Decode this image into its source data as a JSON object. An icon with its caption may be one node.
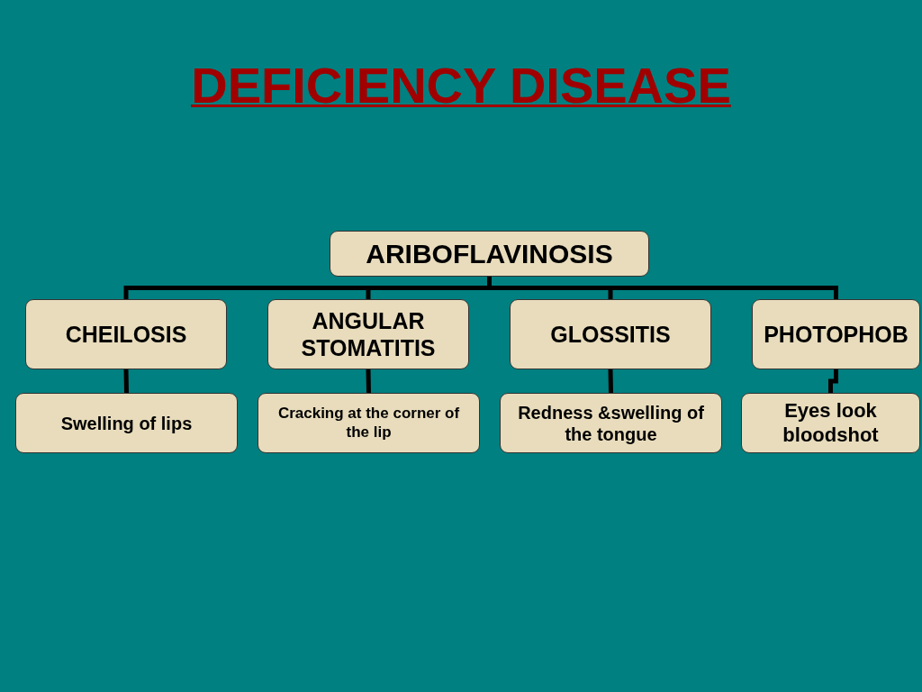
{
  "diagram": {
    "title": "DEFICIENCY DISEASE",
    "nodes": [
      {
        "text": [
          "ARIBOFLAVINOSIS"
        ]
      },
      {
        "text": [
          "CHEILOSIS"
        ]
      },
      {
        "text": [
          "ANGULAR STOMATITIS"
        ]
      },
      {
        "text": [
          "GLOSSITIS"
        ]
      },
      {
        "text": [
          "PHOTOPHOB"
        ]
      },
      {
        "text": [
          "Swelling of lips"
        ]
      },
      {
        "text": [
          "Cracking at the corner of the lip"
        ]
      },
      {
        "text": [
          "Redness &swelling of the tongue"
        ]
      },
      {
        "text": [
          "Eyes look bloodshot"
        ]
      }
    ],
    "edges": [
      {
        "from": 0,
        "to": 1,
        "arrow": "none"
      },
      {
        "from": 0,
        "to": 2,
        "arrow": "none"
      },
      {
        "from": 0,
        "to": 3,
        "arrow": "none"
      },
      {
        "from": 0,
        "to": 4,
        "arrow": "none"
      },
      {
        "from": 1,
        "to": 5,
        "arrow": "none"
      },
      {
        "from": 2,
        "to": 6,
        "arrow": "none"
      },
      {
        "from": 3,
        "to": 7,
        "arrow": "none"
      },
      {
        "from": 4,
        "to": 8,
        "arrow": "none"
      }
    ]
  }
}
